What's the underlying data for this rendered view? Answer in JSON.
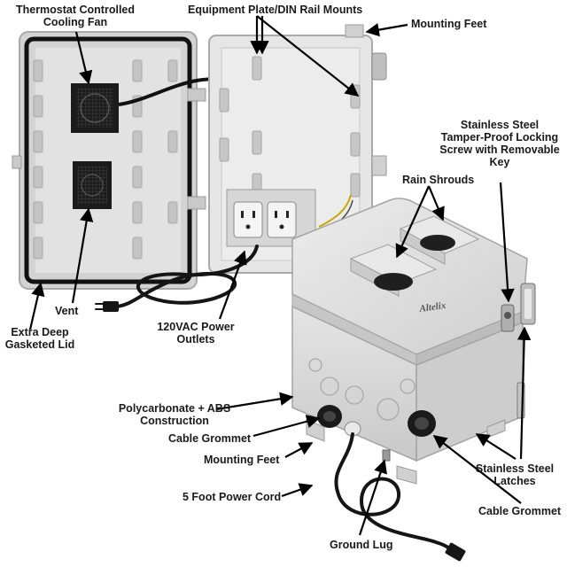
{
  "brand": "Altelix",
  "labels": {
    "fan": [
      "Thermostat Controlled",
      "Cooling Fan"
    ],
    "plate": "Equipment Plate/DIN Rail Mounts",
    "feet_top": "Mounting Feet",
    "screw": [
      "Stainless Steel",
      "Tamper-Proof Locking",
      "Screw with Removable",
      "Key"
    ],
    "shrouds": "Rain Shrouds",
    "vent": "Vent",
    "lid": [
      "Extra Deep",
      "Gasketed Lid"
    ],
    "outlets": [
      "120VAC Power",
      "Outlets"
    ],
    "construction": [
      "Polycarbonate + ABS",
      "Construction"
    ],
    "grommet_left": "Cable Grommet",
    "feet_bottom": "Mounting Feet",
    "cord": "5 Foot Power Cord",
    "lug": "Ground Lug",
    "latches": [
      "Stainless Steel",
      "Latches"
    ],
    "grommet_right": "Cable Grommet"
  },
  "colors": {
    "enclosure": "#d9d9d9",
    "enclosure_dark": "#b8b8b8",
    "gasket": "#111111",
    "cord": "#151515",
    "arrow": "#000000"
  }
}
